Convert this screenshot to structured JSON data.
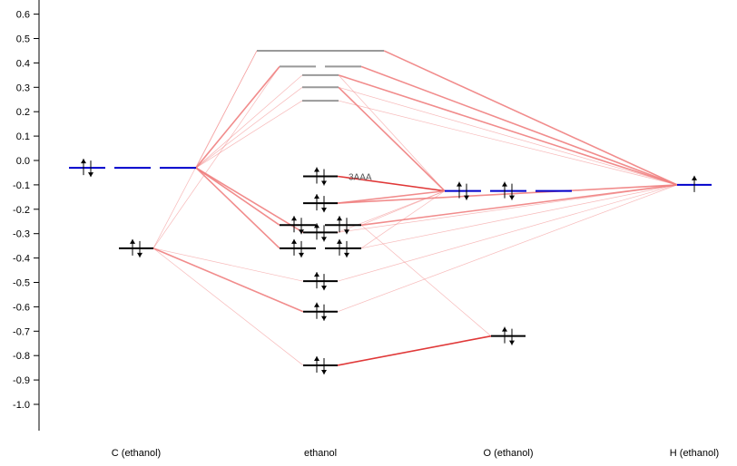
{
  "chart_data": {
    "type": "mo-diagram",
    "ylim": [
      -1.1,
      0.65
    ],
    "yticks": [
      0.6,
      0.5,
      0.4,
      0.3,
      0.2,
      0.1,
      0.0,
      -0.1,
      -0.2,
      -0.3,
      -0.4,
      -0.5,
      -0.6,
      -0.7,
      -0.8,
      -0.9,
      -1.0
    ],
    "ytick_labels": [
      "0.6",
      "0.5",
      "0.4",
      "0.3",
      "0.2",
      "0.1",
      "0.0",
      "-0.1",
      "-0.2",
      "-0.3",
      "-0.4",
      "-0.5",
      "-0.6",
      "-0.7",
      "-0.8",
      "-0.9",
      "-1.0"
    ],
    "columns": [
      {
        "key": "C",
        "label": "C (ethanol)"
      },
      {
        "key": "M",
        "label": "ethanol"
      },
      {
        "key": "O",
        "label": "O (ethanol)"
      },
      {
        "key": "H",
        "label": "H (ethanol)"
      }
    ],
    "colors": {
      "occupied": "#000000",
      "virtual": "#999999",
      "atomic_highlight": "#0000cc",
      "connector": "#f08080",
      "connector_strong": "#dd2222"
    },
    "levels": [
      {
        "id": "C1",
        "col": "C",
        "energy": -0.03,
        "occ": 2,
        "degeneracy": 3,
        "color": "blue"
      },
      {
        "id": "C0",
        "col": "C",
        "energy": -0.36,
        "occ": 2,
        "degeneracy": 1,
        "color": "black"
      },
      {
        "id": "O1",
        "col": "O",
        "energy": -0.125,
        "occ": 2,
        "degeneracy": 3,
        "color": "blue"
      },
      {
        "id": "O0",
        "col": "O",
        "energy": -0.72,
        "occ": 2,
        "degeneracy": 1,
        "color": "black"
      },
      {
        "id": "H0",
        "col": "H",
        "energy": -0.1,
        "occ": 1,
        "degeneracy": 1,
        "color": "blue"
      },
      {
        "id": "V4",
        "col": "M",
        "energy": 0.45,
        "occ": 0,
        "degeneracy": 3,
        "color": "gray"
      },
      {
        "id": "V3",
        "col": "M",
        "energy": 0.385,
        "occ": 0,
        "degeneracy": 2,
        "color": "gray"
      },
      {
        "id": "V2",
        "col": "M",
        "energy": 0.35,
        "occ": 0,
        "degeneracy": 1,
        "color": "gray"
      },
      {
        "id": "V1",
        "col": "M",
        "energy": 0.3,
        "occ": 0,
        "degeneracy": 1,
        "color": "gray"
      },
      {
        "id": "V0",
        "col": "M",
        "energy": 0.245,
        "occ": 0,
        "degeneracy": 1,
        "color": "gray"
      },
      {
        "id": "M8",
        "col": "M",
        "energy": -0.065,
        "occ": 2,
        "degeneracy": 1,
        "color": "black",
        "label": "3AAA"
      },
      {
        "id": "M7",
        "col": "M",
        "energy": -0.175,
        "occ": 2,
        "degeneracy": 1,
        "color": "black"
      },
      {
        "id": "M6",
        "col": "M",
        "energy": -0.265,
        "occ": 2,
        "degeneracy": 2,
        "color": "black"
      },
      {
        "id": "M5",
        "col": "M",
        "energy": -0.295,
        "occ": 2,
        "degeneracy": 1,
        "color": "black"
      },
      {
        "id": "M4",
        "col": "M",
        "energy": -0.36,
        "occ": 2,
        "degeneracy": 2,
        "color": "black"
      },
      {
        "id": "M3",
        "col": "M",
        "energy": -0.495,
        "occ": 2,
        "degeneracy": 1,
        "color": "black"
      },
      {
        "id": "M2",
        "col": "M",
        "energy": -0.62,
        "occ": 2,
        "degeneracy": 1,
        "color": "black"
      },
      {
        "id": "M1",
        "col": "M",
        "energy": -0.84,
        "occ": 2,
        "degeneracy": 1,
        "color": "black"
      }
    ],
    "connections": [
      [
        "C1",
        "V4",
        1
      ],
      [
        "C1",
        "V3",
        2
      ],
      [
        "C1",
        "V2",
        1
      ],
      [
        "C1",
        "V1",
        1
      ],
      [
        "C1",
        "V0",
        1
      ],
      [
        "C1",
        "M6",
        2
      ],
      [
        "C1",
        "M5",
        2
      ],
      [
        "C1",
        "M4",
        2
      ],
      [
        "C0",
        "V4",
        1
      ],
      [
        "C0",
        "V3",
        1
      ],
      [
        "C0",
        "M3",
        1
      ],
      [
        "C0",
        "M2",
        2
      ],
      [
        "C0",
        "M1",
        1
      ],
      [
        "O1",
        "M8",
        3
      ],
      [
        "O1",
        "M7",
        2
      ],
      [
        "O1",
        "M6",
        1
      ],
      [
        "O1",
        "M5",
        1
      ],
      [
        "O1",
        "M4",
        1
      ],
      [
        "O1",
        "V2",
        1
      ],
      [
        "O1",
        "V1",
        2
      ],
      [
        "O0",
        "M1",
        3
      ],
      [
        "O0",
        "M6",
        1
      ],
      [
        "H0",
        "V4",
        2
      ],
      [
        "H0",
        "V3",
        2
      ],
      [
        "H0",
        "V2",
        2
      ],
      [
        "H0",
        "V1",
        1
      ],
      [
        "H0",
        "V0",
        1
      ],
      [
        "H0",
        "M7",
        2
      ],
      [
        "H0",
        "M6",
        2
      ],
      [
        "H0",
        "M5",
        1
      ],
      [
        "H0",
        "M4",
        1
      ],
      [
        "H0",
        "M3",
        1
      ],
      [
        "H0",
        "M2",
        1
      ]
    ]
  }
}
